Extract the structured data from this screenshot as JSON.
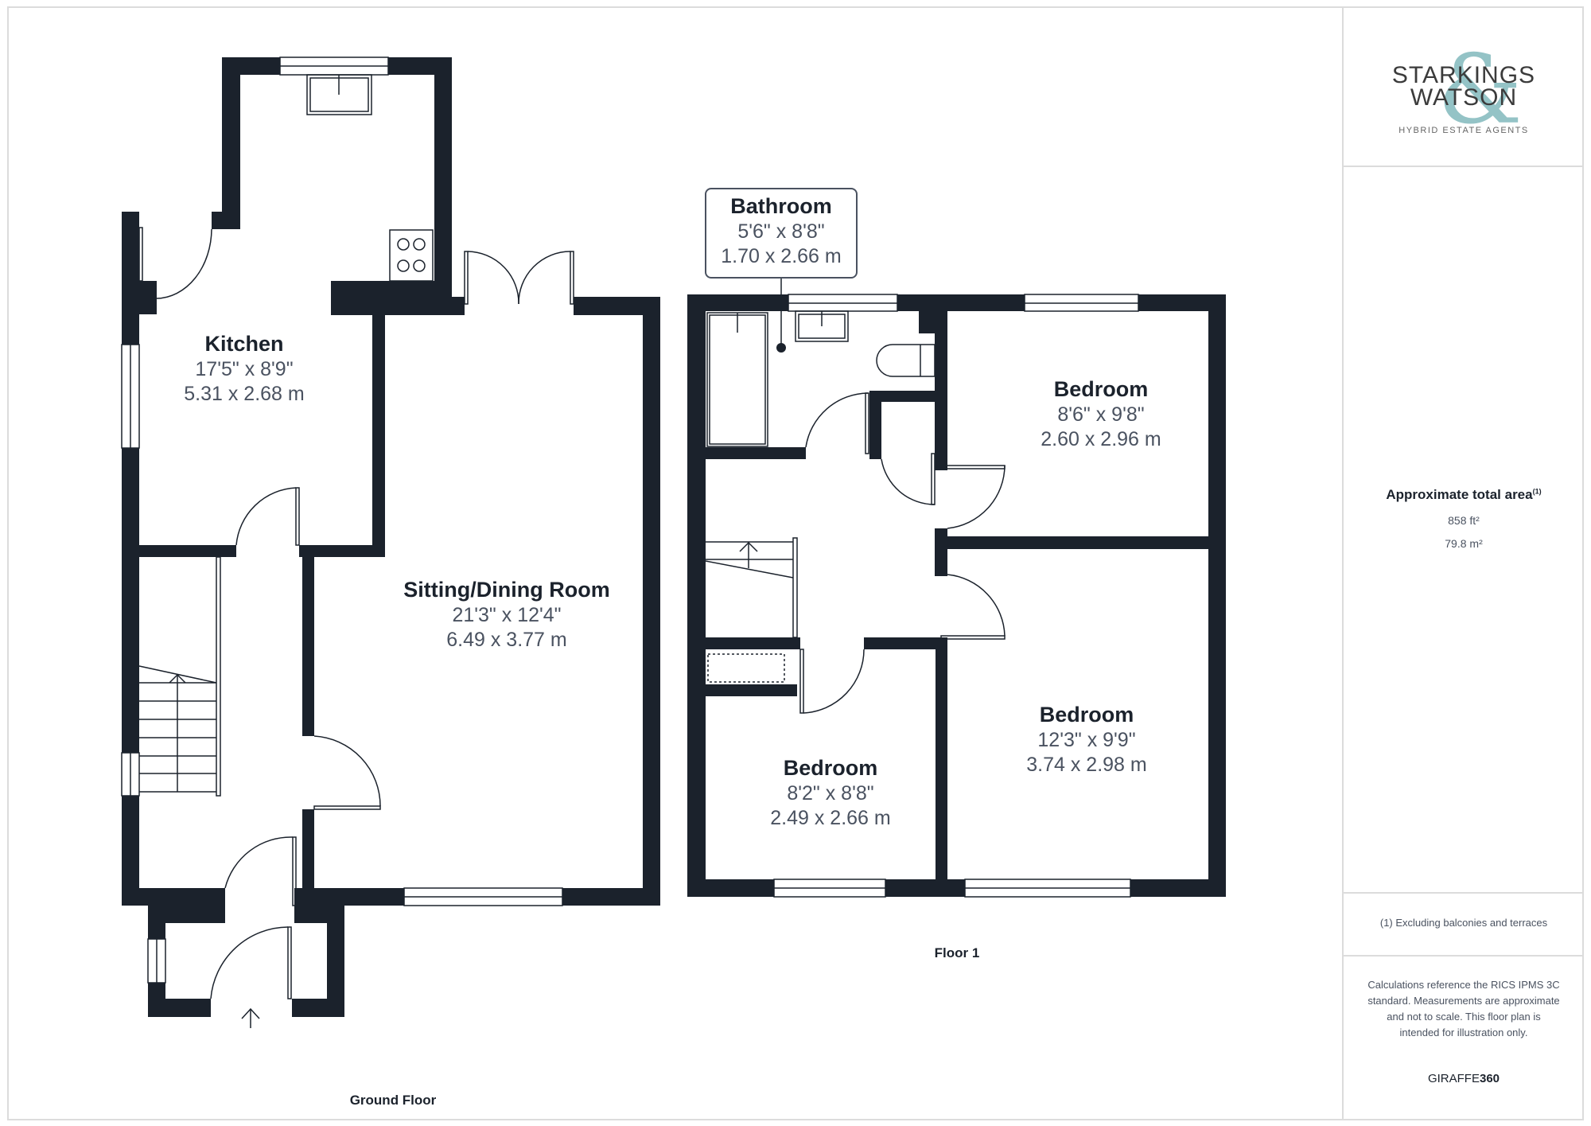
{
  "floors": {
    "ground": {
      "label": "Ground Floor",
      "rooms": [
        {
          "name": "Kitchen",
          "imperial": "17'5\" x 8'9\"",
          "metric": "5.31 x 2.68 m"
        },
        {
          "name": "Sitting/Dining Room",
          "imperial": "21'3\" x 12'4\"",
          "metric": "6.49 x 3.77 m"
        }
      ]
    },
    "first": {
      "label": "Floor 1",
      "rooms": [
        {
          "name": "Bathroom",
          "imperial": "5'6\" x 8'8\"",
          "metric": "1.70 x 2.66 m"
        },
        {
          "name": "Bedroom",
          "imperial": "8'6\" x 9'8\"",
          "metric": "2.60 x 2.96 m"
        },
        {
          "name": "Bedroom",
          "imperial": "12'3\" x 9'9\"",
          "metric": "3.74 x 2.98 m"
        },
        {
          "name": "Bedroom",
          "imperial": "8'2\" x 8'8\"",
          "metric": "2.49 x 2.66 m"
        }
      ]
    }
  },
  "panel": {
    "logo": {
      "line1": "STARKINGS",
      "line2": "WATSON",
      "ampersand": "&",
      "tagline": "HYBRID ESTATE AGENTS",
      "accent_color": "#94c3c6"
    },
    "area": {
      "title": "Approximate total area",
      "footnote_marker": "(1)",
      "imperial": "858 ft²",
      "metric": "79.8 m²"
    },
    "footnote": "(1) Excluding balconies and terraces",
    "disclaimer": "Calculations reference the RICS IPMS 3C standard. Measurements are approximate and not to scale. This floor plan is intended for illustration only.",
    "brand": {
      "prefix": "GIRAFFE",
      "suffix": "360"
    }
  },
  "colors": {
    "wall": "#1b222c",
    "text_dim": "#4a5260",
    "border": "#dcdcdc"
  }
}
